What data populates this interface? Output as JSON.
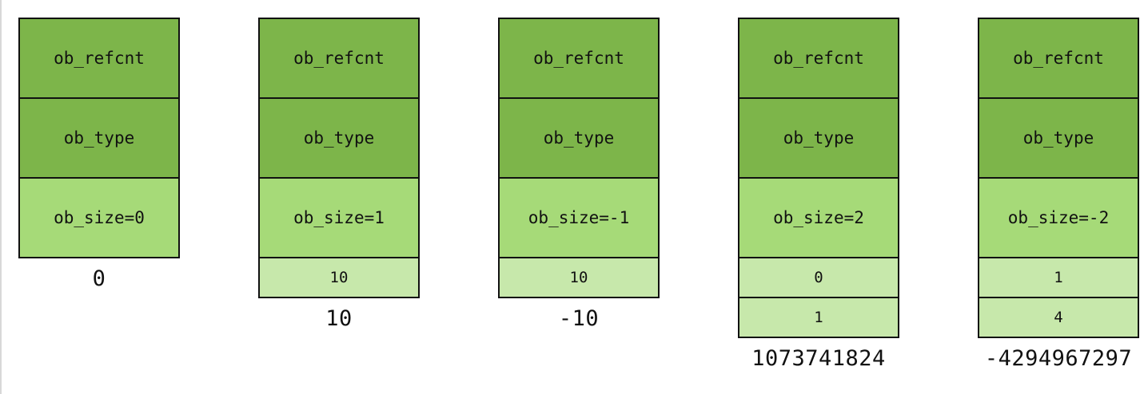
{
  "colors": {
    "header_fill": "#7db54a",
    "size_fill": "#a6da78",
    "digit_fill": "#c7e8ab",
    "border": "#111111"
  },
  "structs": [
    {
      "fields": [
        "ob_refcnt",
        "ob_type"
      ],
      "size": "ob_size=0",
      "digits": [],
      "value": "0"
    },
    {
      "fields": [
        "ob_refcnt",
        "ob_type"
      ],
      "size": "ob_size=1",
      "digits": [
        "10"
      ],
      "value": "10"
    },
    {
      "fields": [
        "ob_refcnt",
        "ob_type"
      ],
      "size": "ob_size=-1",
      "digits": [
        "10"
      ],
      "value": "-10"
    },
    {
      "fields": [
        "ob_refcnt",
        "ob_type"
      ],
      "size": "ob_size=2",
      "digits": [
        "0",
        "1"
      ],
      "value": "1073741824"
    },
    {
      "fields": [
        "ob_refcnt",
        "ob_type"
      ],
      "size": "ob_size=-2",
      "digits": [
        "1",
        "4"
      ],
      "value": "-4294967297"
    }
  ]
}
